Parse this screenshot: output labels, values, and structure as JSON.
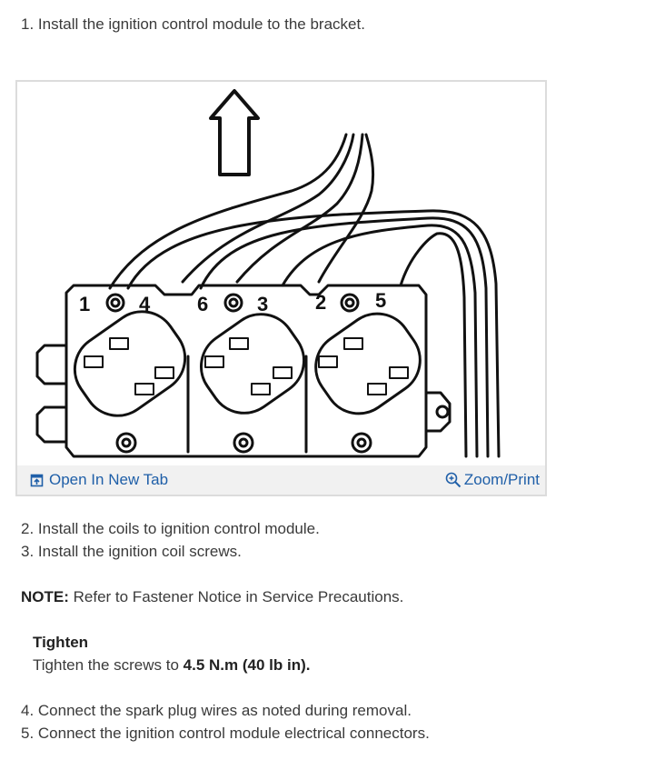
{
  "steps": {
    "step1": "1. Install the ignition control module to the bracket.",
    "step2": "2. Install the coils to ignition control module.",
    "step3": "3. Install the ignition coil screws.",
    "step4": "4. Connect the spark plug wires as noted during removal.",
    "step5": "5. Connect the ignition control module electrical connectors."
  },
  "figure": {
    "coil_numbers": [
      "1",
      "4",
      "6",
      "3",
      "2",
      "5"
    ],
    "open_tab_label": "Open In New Tab",
    "zoom_label": "Zoom/Print",
    "link_color": "#1f5fa8",
    "icons": [
      "open-new-tab-icon",
      "zoom-icon"
    ]
  },
  "note": {
    "label": "NOTE:",
    "text": " Refer to Fastener Notice in Service Precautions."
  },
  "tighten": {
    "heading": "Tighten",
    "text_prefix": "Tighten the screws to ",
    "value": "4.5 N.m (40 lb in)."
  }
}
